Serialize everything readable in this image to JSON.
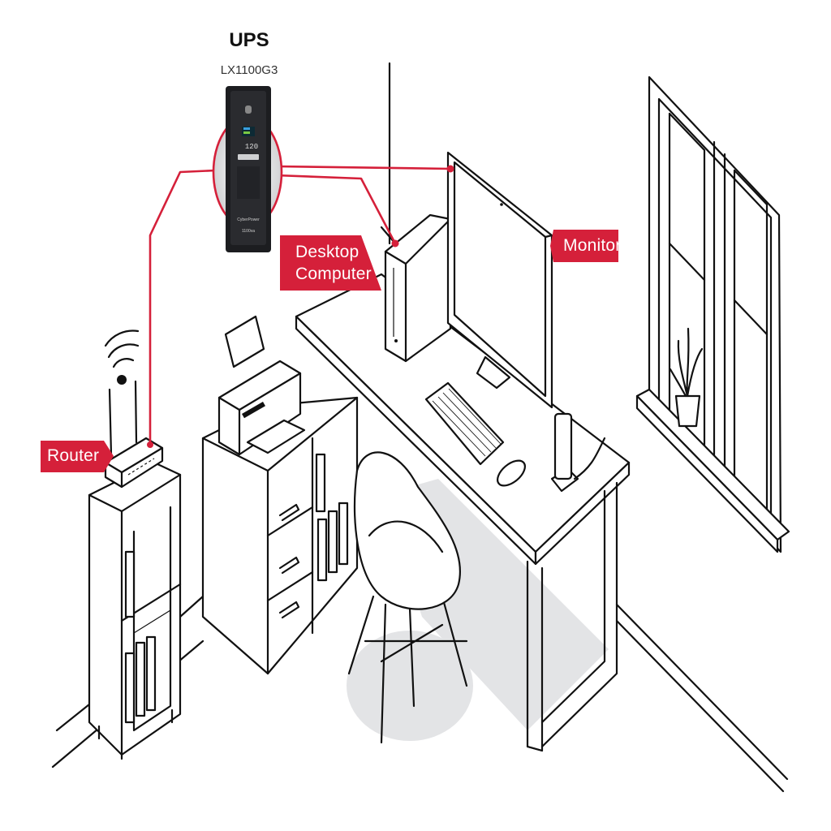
{
  "ups": {
    "title": "UPS",
    "model": "LX1100G3",
    "display_reading": "120",
    "brand_logo": "CyberPower",
    "capacity_mark": "1100va"
  },
  "labels": {
    "router": "Router",
    "desktop_line1": "Desktop",
    "desktop_line2": "Computer",
    "monitor": "Monitor"
  },
  "colors": {
    "accent": "#d5203a",
    "ups_body": "#1c1d20",
    "floor_shadow": "#e3e4e6"
  }
}
